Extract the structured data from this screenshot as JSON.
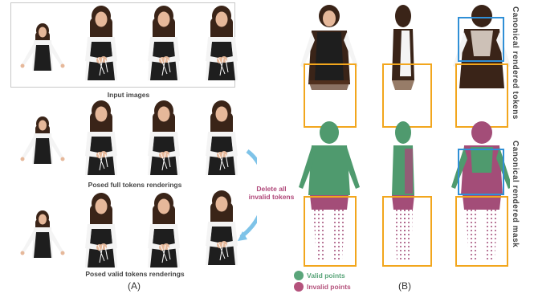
{
  "panel_a": {
    "input_caption": "Input images",
    "row2_caption": "Posed full tokens renderings",
    "row3_caption": "Posed valid tokens renderings",
    "label": "(A)",
    "arrow_note_line1": "Delete all",
    "arrow_note_line2": "invalid tokens"
  },
  "panel_b": {
    "label": "(B)",
    "side_label_top": "Canonical rendered tokens",
    "side_label_bottom": "Canonical rendered mask",
    "legend": [
      {
        "label": "Valid points",
        "color": "#5aa57a"
      },
      {
        "label": "Invalid points",
        "color": "#b4527c"
      }
    ]
  },
  "colors": {
    "hair": "#3a2418",
    "skin": "#e6b89a",
    "shirt": "#f4f4f4",
    "apron": "#1e1e1e",
    "valid": "#4f9a6e",
    "invalid": "#a34d78",
    "orange_box": "#f2a61d",
    "blue_box": "#2f8fd6",
    "arrow": "#7ec3e8"
  }
}
